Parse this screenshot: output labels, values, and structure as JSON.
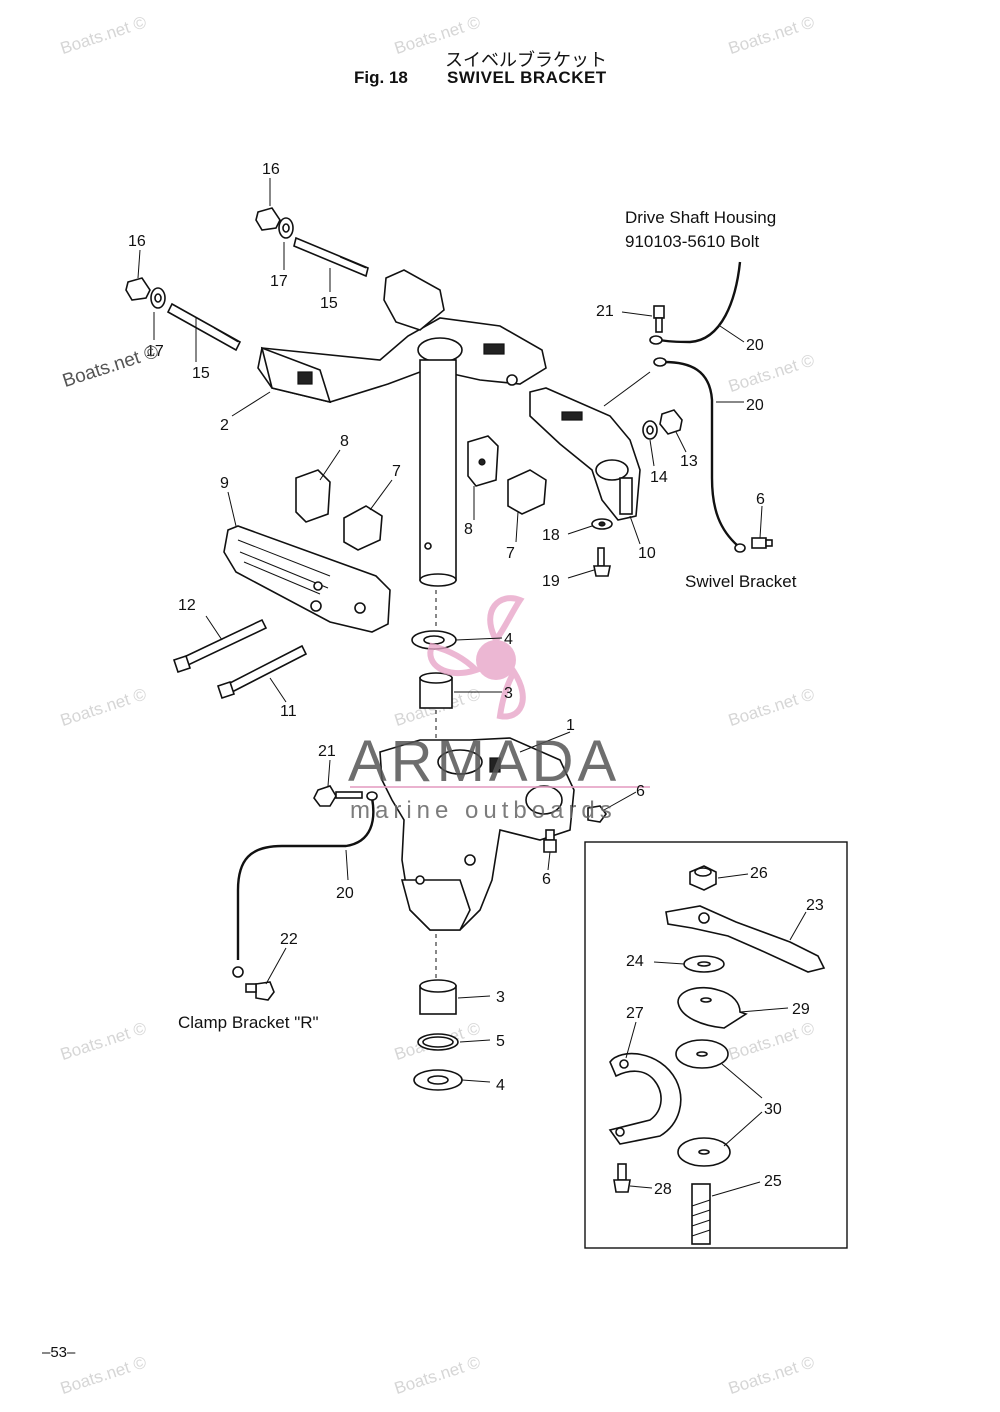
{
  "header": {
    "title_jp": "スイベルブラケット",
    "fig": "Fig. 18",
    "title_en": "SWIVEL BRACKET"
  },
  "notes": {
    "drive_shaft_line1": "Drive Shaft Housing",
    "drive_shaft_line2": "910103-5610 Bolt",
    "swivel_bracket": "Swivel Bracket",
    "clamp_bracket": "Clamp Bracket \"R\""
  },
  "callouts": {
    "c16a": "16",
    "c17a": "17",
    "c15a": "15",
    "c16b": "16",
    "c17b": "17",
    "c15b": "15",
    "c2": "2",
    "c8a": "8",
    "c7a": "7",
    "c9": "9",
    "c8b": "8",
    "c7b": "7",
    "c21a": "21",
    "c20a": "20",
    "c20b": "20",
    "c13": "13",
    "c14": "14",
    "c6a": "6",
    "c18": "18",
    "c19": "19",
    "c10": "10",
    "c12": "12",
    "c11": "11",
    "c4a": "4",
    "c3a": "3",
    "c1": "1",
    "c21b": "21",
    "c6b": "6",
    "c6c": "6",
    "c20c": "20",
    "c22": "22",
    "c3b": "3",
    "c5": "5",
    "c4b": "4",
    "c26": "26",
    "c23": "23",
    "c24": "24",
    "c29": "29",
    "c27": "27",
    "c30": "30",
    "c28": "28",
    "c25": "25"
  },
  "watermarks": {
    "site": "Boats.net ©",
    "brand": "ARMADA",
    "brand_sub": "marine outboards"
  },
  "footer": {
    "page": "–53–"
  },
  "colors": {
    "logo_pink": "#e8a6c9",
    "logo_line": "#e6a0c4"
  }
}
